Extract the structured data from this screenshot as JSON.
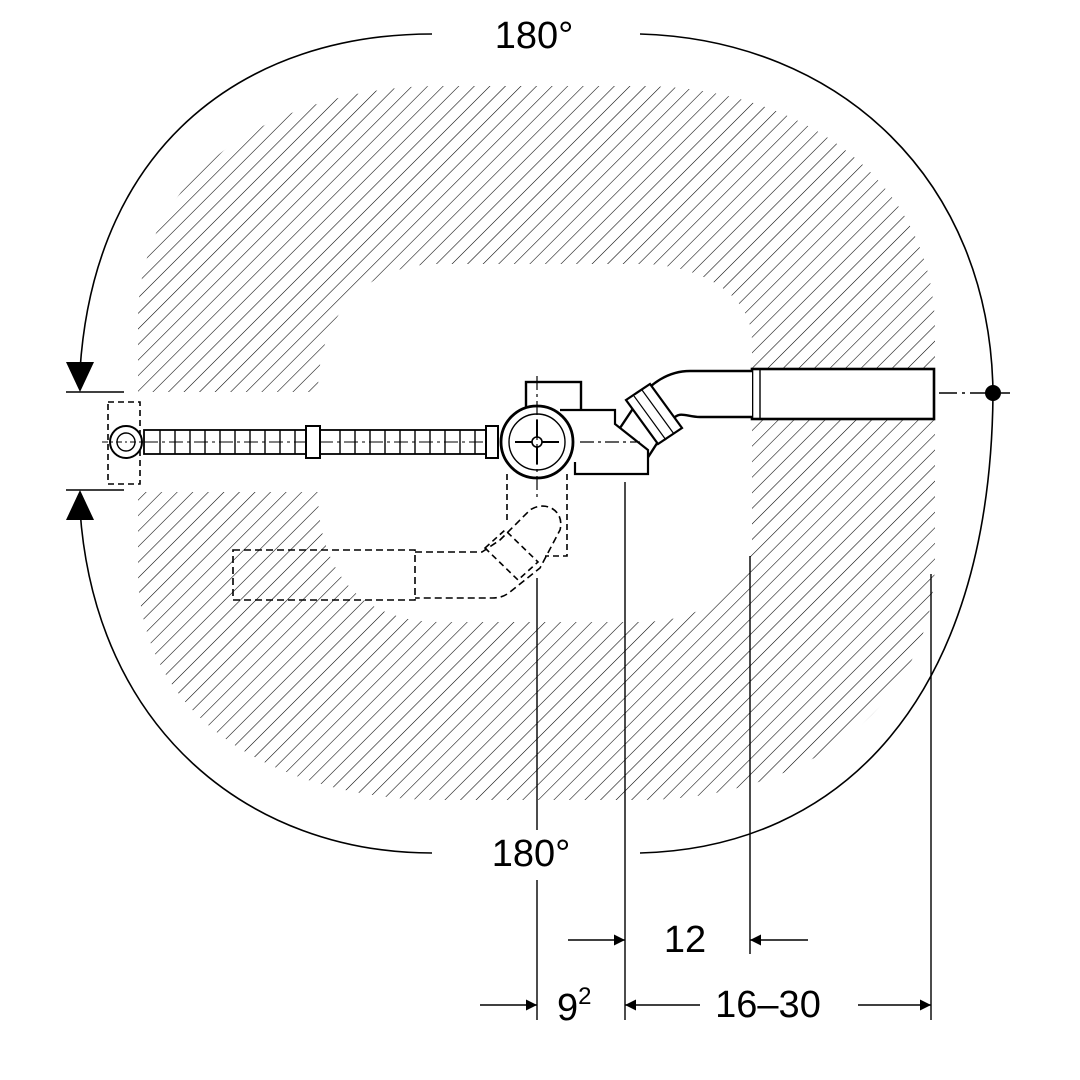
{
  "drawing": {
    "angle_top": "180°",
    "angle_bottom": "180°",
    "dim_12": "12",
    "dim_9_base": "9",
    "dim_9_sup": "2",
    "dim_16_30": "16–30"
  },
  "colors": {
    "line": "#000000",
    "background": "#ffffff"
  }
}
